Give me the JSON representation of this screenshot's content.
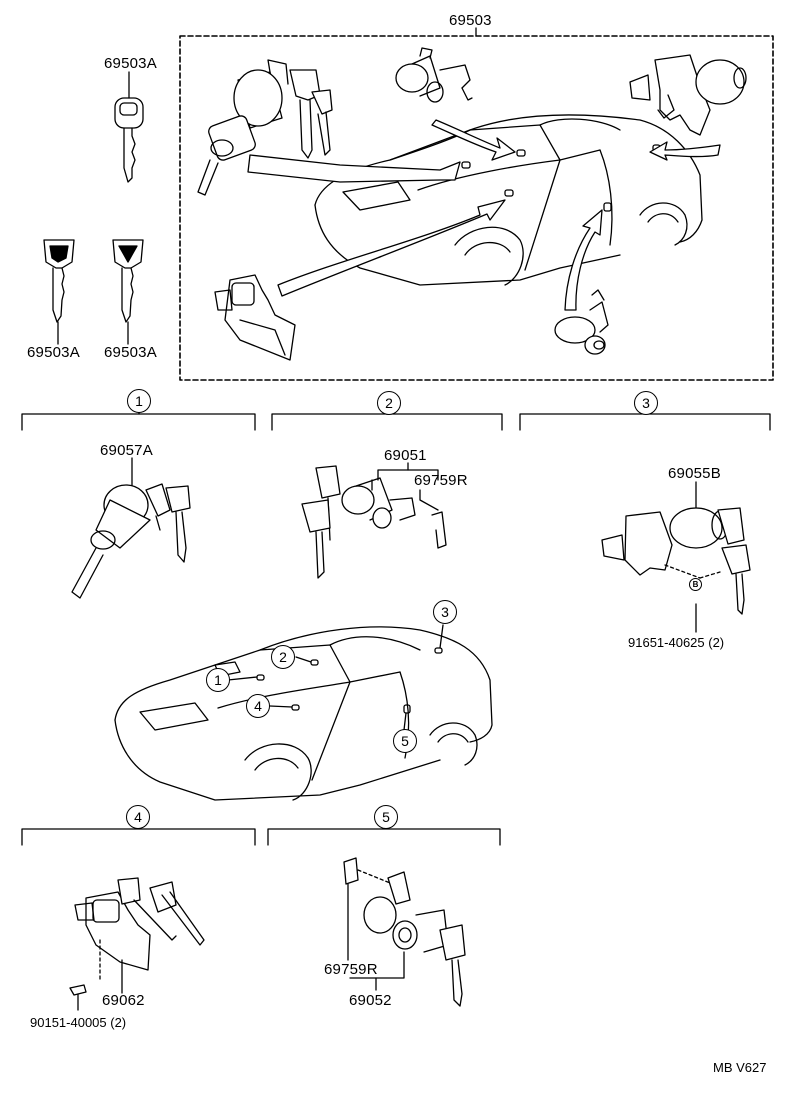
{
  "main_assembly": {
    "part_no": "69503"
  },
  "keys": {
    "master_key_top": "69503A",
    "key_left": "69503A",
    "key_right": "69503A"
  },
  "groups": [
    {
      "number": "1"
    },
    {
      "number": "2"
    },
    {
      "number": "3"
    },
    {
      "number": "4"
    },
    {
      "number": "5"
    }
  ],
  "group1": {
    "part_no": "69057A"
  },
  "group2": {
    "part_no": "69051",
    "sub_part_no": "69759R"
  },
  "group3": {
    "part_no": "69055B",
    "bolt_part_no": "91651-40625 (2)",
    "bolt_marker": "B"
  },
  "group4": {
    "part_no": "69062",
    "screw_part_no": "90151-40005 (2)"
  },
  "group5": {
    "part_no": "69052",
    "sub_part_no": "69759R"
  },
  "location_callouts": [
    "1",
    "2",
    "3",
    "4",
    "5"
  ],
  "figure_code": "MB V627"
}
